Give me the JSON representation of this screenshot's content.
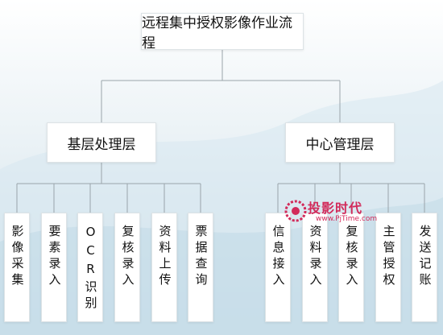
{
  "title": "远程集中授权影像作业流程",
  "branches": [
    {
      "label": "基层处理层",
      "steps": [
        "影像采集",
        "要素录入",
        "OCR识别",
        "复核录入",
        "资料上传",
        "票据查询"
      ]
    },
    {
      "label": "中心管理层",
      "steps": [
        "信息接入",
        "资料录入",
        "复核录入",
        "主管授权",
        "发送记账"
      ]
    }
  ],
  "watermark": {
    "main": "投影时代",
    "sub": "www.PjTime.com"
  },
  "colors": {
    "line": "#9aa4aa",
    "logo": "#d22a5a"
  }
}
